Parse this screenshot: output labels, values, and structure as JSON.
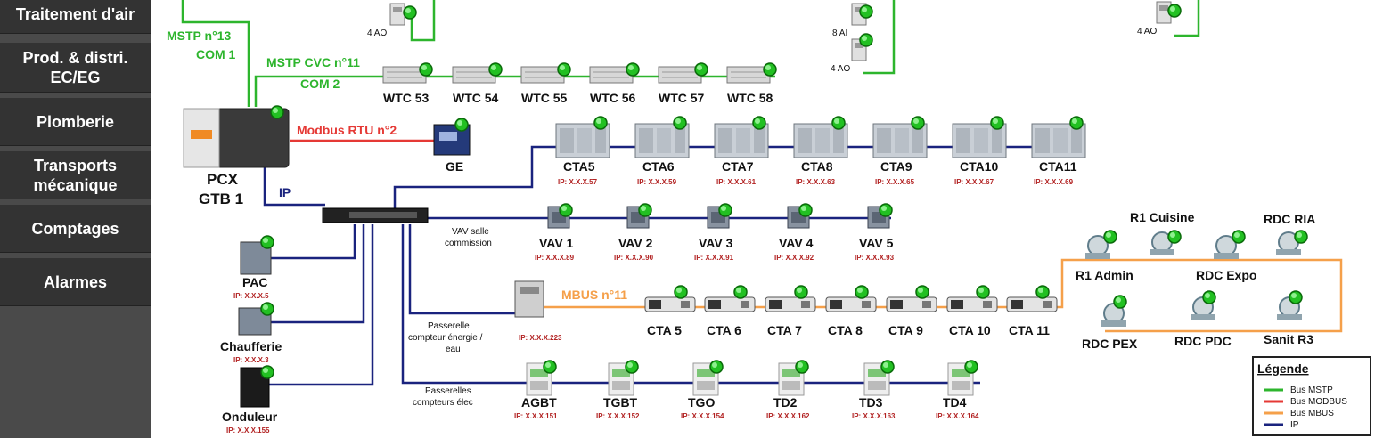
{
  "colors": {
    "mstp": "#2db52d",
    "modbus": "#e53935",
    "mbus": "#f5a04a",
    "ip": "#1a237e",
    "status": "#22c022",
    "sidebar_bg": "#4a4a4a",
    "nav_btn": "#333333"
  },
  "nav": [
    {
      "label": "Traitement d'air"
    },
    {
      "label": "Prod. & distri. EC/EG"
    },
    {
      "label": "Plomberie"
    },
    {
      "label": "Transports mécanique"
    },
    {
      "label": "Comptages"
    },
    {
      "label": "Alarmes"
    }
  ],
  "buses": {
    "mstp13": "MSTP n°13",
    "com1": "COM 1",
    "mstp11": "MSTP CVC n°11",
    "com2": "COM 2",
    "modbus": "Modbus RTU n°2",
    "ip": "IP",
    "mbus": "MBUS n°11"
  },
  "io_labels": {
    "ao_left": "4 AO",
    "ai_mid": "8 AI",
    "ao_mid": "4 AO",
    "ao_right": "4 AO"
  },
  "controller": {
    "line1": "PCX",
    "line2": "GTB 1"
  },
  "ge": {
    "label": "GE"
  },
  "wtc": [
    "WTC 53",
    "WTC 54",
    "WTC 55",
    "WTC 56",
    "WTC 57",
    "WTC 58"
  ],
  "cta": [
    {
      "label": "CTA5",
      "ip": "IP: X.X.X.57"
    },
    {
      "label": "CTA6",
      "ip": "IP: X.X.X.59"
    },
    {
      "label": "CTA7",
      "ip": "IP: X.X.X.61"
    },
    {
      "label": "CTA8",
      "ip": "IP: X.X.X.63"
    },
    {
      "label": "CTA9",
      "ip": "IP: X.X.X.65"
    },
    {
      "label": "CTA10",
      "ip": "IP: X.X.X.67"
    },
    {
      "label": "CTA11",
      "ip": "IP: X.X.X.69"
    }
  ],
  "vav_group": {
    "line1": "VAV salle",
    "line2": "commission"
  },
  "vav": [
    {
      "label": "VAV 1",
      "ip": "IP: X.X.X.89"
    },
    {
      "label": "VAV 2",
      "ip": "IP: X.X.X.90"
    },
    {
      "label": "VAV 3",
      "ip": "IP: X.X.X.91"
    },
    {
      "label": "VAV 4",
      "ip": "IP: X.X.X.92"
    },
    {
      "label": "VAV 5",
      "ip": "IP: X.X.X.93"
    }
  ],
  "left_devices": [
    {
      "label": "PAC",
      "ip": "IP: X.X.X.5"
    },
    {
      "label": "Chaufferie",
      "ip": "IP: X.X.X.3"
    },
    {
      "label": "Onduleur",
      "ip": "IP: X.X.X.155"
    }
  ],
  "gateway_energy": {
    "line1": "Passerelle",
    "line2": "compteur énergie /",
    "line3": "eau",
    "ip": "IP: X.X.X.223"
  },
  "meters_cta": [
    "CTA 5",
    "CTA 6",
    "CTA 7",
    "CTA 8",
    "CTA 9",
    "CTA 10",
    "CTA 11"
  ],
  "water_meters": {
    "top_labels": [
      "R1 Cuisine",
      "RDC RIA"
    ],
    "mid_labels": [
      "R1 Admin",
      "RDC Expo"
    ],
    "bottom_labels": [
      "RDC PEX",
      "RDC PDC",
      "Sanit R3"
    ]
  },
  "gateway_elec": {
    "line1": "Passerelles",
    "line2": "compteurs élec"
  },
  "elec": [
    {
      "label": "AGBT",
      "ip": "IP: X.X.X.151"
    },
    {
      "label": "TGBT",
      "ip": "IP: X.X.X.152"
    },
    {
      "label": "TGO",
      "ip": "IP: X.X.X.154"
    },
    {
      "label": "TD2",
      "ip": "IP: X.X.X.162"
    },
    {
      "label": "TD3",
      "ip": "IP: X.X.X.163"
    },
    {
      "label": "TD4",
      "ip": "IP: X.X.X.164"
    }
  ],
  "legend": {
    "title": "Légende",
    "items": [
      "Bus MSTP",
      "Bus MODBUS",
      "Bus MBUS",
      "IP"
    ]
  }
}
